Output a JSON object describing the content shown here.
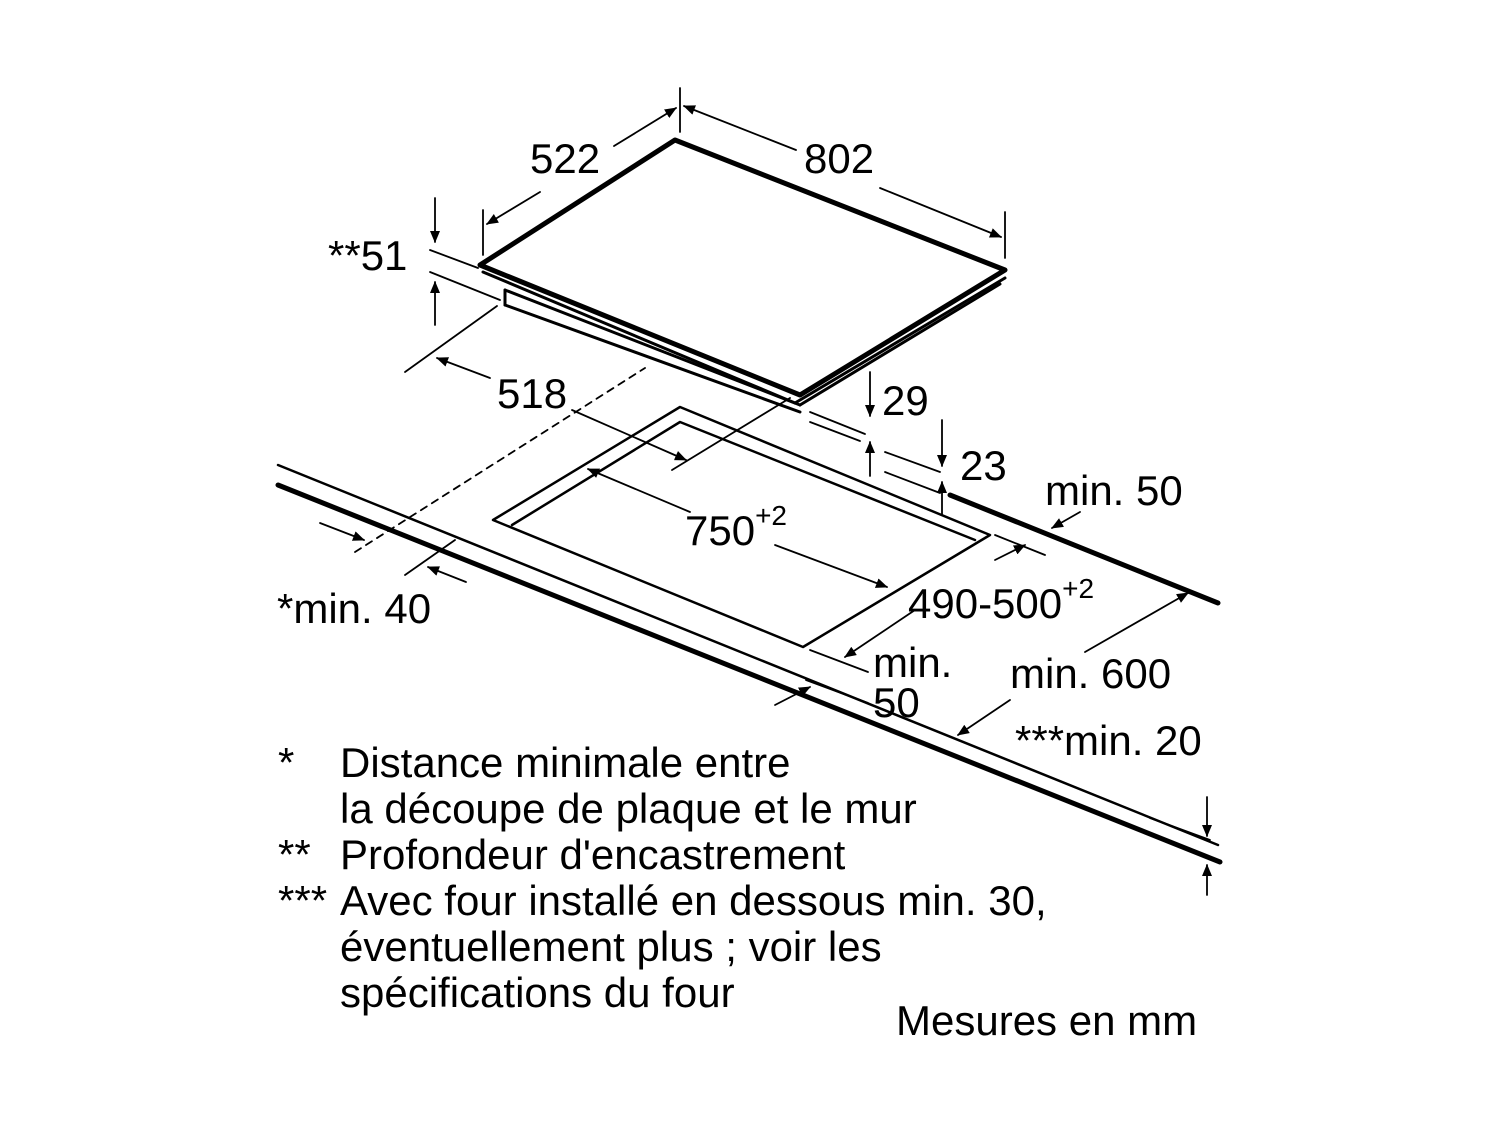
{
  "dimensions": {
    "hob_depth": "522",
    "hob_width": "802",
    "installation_depth": "**51",
    "hob_inner_depth": "518",
    "hob_thickness": "29",
    "worktop_offset": "23",
    "rear_clearance": "min. 50",
    "cutout_width": "750",
    "cutout_width_tolerance": "+2",
    "cutout_depth": "490-500",
    "cutout_depth_tolerance": "+2",
    "wall_distance": "*min. 40",
    "front_clearance_line1": "min.",
    "front_clearance_line2": "50",
    "worktop_depth": "min. 600",
    "worktop_thickness": "***min. 20"
  },
  "notes": [
    {
      "mark": "*",
      "lines": [
        "Distance minimale entre",
        "la découpe de plaque et le mur"
      ]
    },
    {
      "mark": "**",
      "lines": [
        "Profondeur d'encastrement"
      ]
    },
    {
      "mark": "***",
      "lines": [
        "Avec four installé en dessous min. 30,",
        "éventuellement plus ; voir les",
        "spécifications du four"
      ]
    }
  ],
  "units": "Mesures en mm"
}
